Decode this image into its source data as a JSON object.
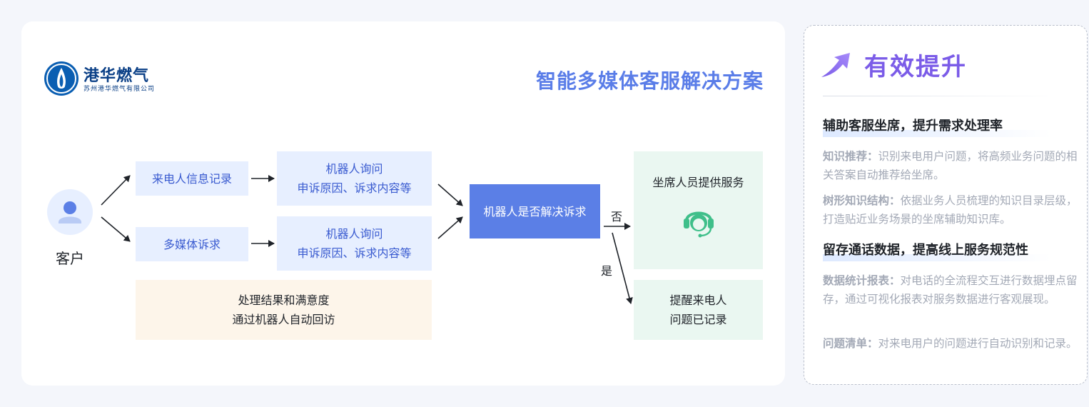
{
  "logo": {
    "name": "港华燃气",
    "company": "苏州港华燃气有限公司"
  },
  "diagram": {
    "title": "智能多媒体客服解决方案",
    "customer_label": "客户",
    "nodes": {
      "incoming_call_record": "来电人信息记录",
      "multimedia_request": "多媒体诉求",
      "robot_inquiry_top_1": "机器人询问",
      "robot_inquiry_top_2": "申诉原因、诉求内容等",
      "robot_inquiry_bottom_1": "机器人询问",
      "robot_inquiry_bottom_2": "申诉原因、诉求内容等",
      "robot_resolves": "机器人是否解决诉求",
      "agent_service": "坐席人员提供服务",
      "remind_caller_1": "提醒来电人",
      "remind_caller_2": "问题已记录",
      "followup_1": "处理结果和满意度",
      "followup_2": "通过机器人自动回访"
    },
    "edge_labels": {
      "no": "否",
      "yes": "是"
    }
  },
  "panel": {
    "title": "有效提升",
    "sections": [
      {
        "title": "辅助客服坐席，提升需求处理率",
        "items": [
          {
            "label": "知识推荐：",
            "text": "识别来电用户问题，将高频业务问题的相关答案自动推荐给坐席。"
          },
          {
            "label": "树形知识结构：",
            "text": "依据业务人员梳理的知识目录层级，打造贴近业务场景的坐席辅助知识库。"
          }
        ]
      },
      {
        "title": "留存通话数据，提高线上服务规范性",
        "items": [
          {
            "label": "数据统计报表：",
            "text": "对电话的全流程交互进行数据埋点留存，通过可视化报表对服务数据进行客观展现。"
          },
          {
            "label": "问题清单：",
            "text": "对来电用户的问题进行自动识别和记录。"
          }
        ]
      }
    ]
  },
  "colors": {
    "accent_blue": "#5b7fe6",
    "light_blue": "#e7efff",
    "light_orange": "#fdf5ea",
    "light_green": "#eaf7f1",
    "agent_green": "#3fbf8a",
    "panel_purple": "#7b5ce8"
  }
}
